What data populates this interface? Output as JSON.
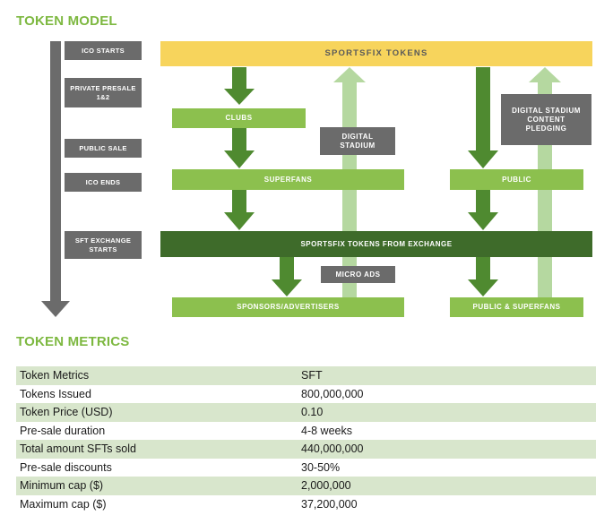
{
  "token_model": {
    "heading": "TOKEN MODEL",
    "phases": [
      "ICO STARTS",
      "PRIVATE PRESALE 1&2",
      "PUBLIC SALE",
      "ICO ENDS",
      "SFT EXCHANGE STARTS"
    ],
    "sportsfix_tokens": "SPORTSFIX TOKENS",
    "clubs": "CLUBS",
    "digital_stadium": "DIGITAL STADIUM",
    "digital_stadium_content": "DIGITAL STADIUM CONTENT PLEDGING",
    "superfans": "SUPERFANS",
    "public": "PUBLIC",
    "exchange": "SPORTSFIX TOKENS FROM EXCHANGE",
    "micro_ads": "MICRO ADS",
    "sponsors": "SPONSORS/ADVERTISERS",
    "public_superfans": "PUBLIC & SUPERFANS"
  },
  "token_metrics": {
    "heading": "TOKEN METRICS",
    "rows": [
      [
        "Token Metrics",
        "SFT"
      ],
      [
        "Tokens Issued",
        "800,000,000"
      ],
      [
        "Token Price (USD)",
        "0.10"
      ],
      [
        "Pre-sale duration",
        "4-8 weeks"
      ],
      [
        "Total amount SFTs sold",
        "440,000,000"
      ],
      [
        "Pre-sale discounts",
        "30-50%"
      ],
      [
        "Minimum cap ($)",
        "2,000,000"
      ],
      [
        "Maximum cap ($)",
        "37,200,000"
      ]
    ]
  },
  "colors": {
    "heading": "#7db840",
    "gray": "#6b6b6b",
    "green": "#8cc04e",
    "dark_green": "#3e6b2a",
    "arrow_dark": "#4f8a30",
    "arrow_light": "#b5d8a0",
    "yellow": "#f7d45c",
    "table_stripe": "#d8e6cc"
  }
}
